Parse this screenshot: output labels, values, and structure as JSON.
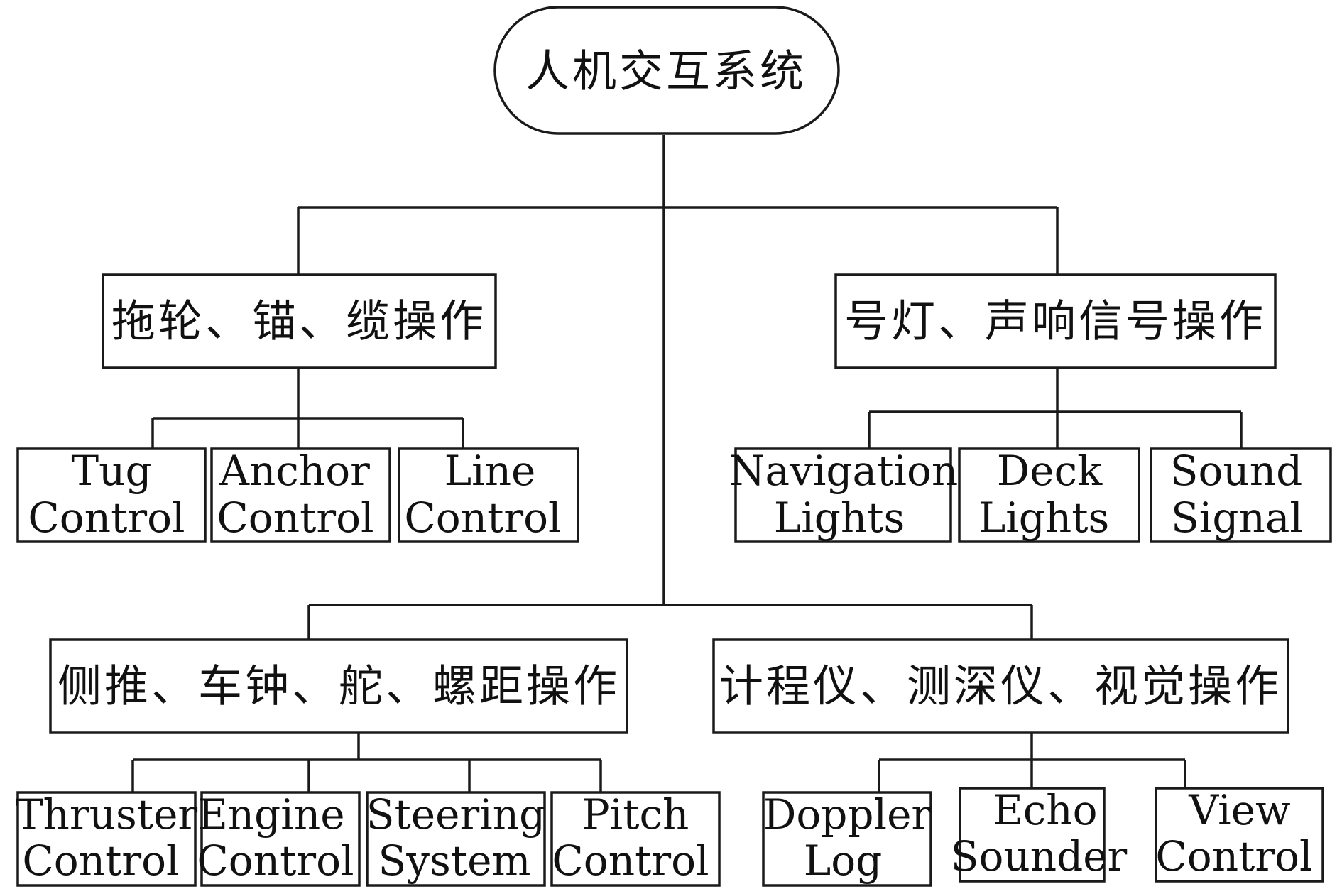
{
  "diagram": {
    "type": "hierarchy",
    "root": {
      "label": "人机交互系统"
    },
    "categories": [
      {
        "label": "拖轮、锚、缆操作",
        "children": [
          {
            "line1": "Tug",
            "line2": "Control"
          },
          {
            "line1": "Anchor",
            "line2": "Control"
          },
          {
            "line1": "Line",
            "line2": "Control"
          }
        ]
      },
      {
        "label": "号灯、声响信号操作",
        "children": [
          {
            "line1": "Navigation",
            "line2": "Lights"
          },
          {
            "line1": "Deck",
            "line2": "Lights"
          },
          {
            "line1": "Sound",
            "line2": "Signal"
          }
        ]
      },
      {
        "label": "侧推、车钟、舵、螺距操作",
        "children": [
          {
            "line1": "Thruster",
            "line2": "Control"
          },
          {
            "line1": "Engine",
            "line2": "Control"
          },
          {
            "line1": "Steering",
            "line2": "System"
          },
          {
            "line1": "Pitch",
            "line2": "Control"
          }
        ]
      },
      {
        "label": "计程仪、测深仪、视觉操作",
        "children": [
          {
            "line1": "Doppler",
            "line2": "Log"
          },
          {
            "line1": "Echo",
            "line2": "Sounder"
          },
          {
            "line1": "View",
            "line2": "Control"
          }
        ]
      }
    ],
    "colors": {
      "stroke": "#1a1a1a",
      "text": "#111111",
      "background": "#ffffff"
    }
  }
}
